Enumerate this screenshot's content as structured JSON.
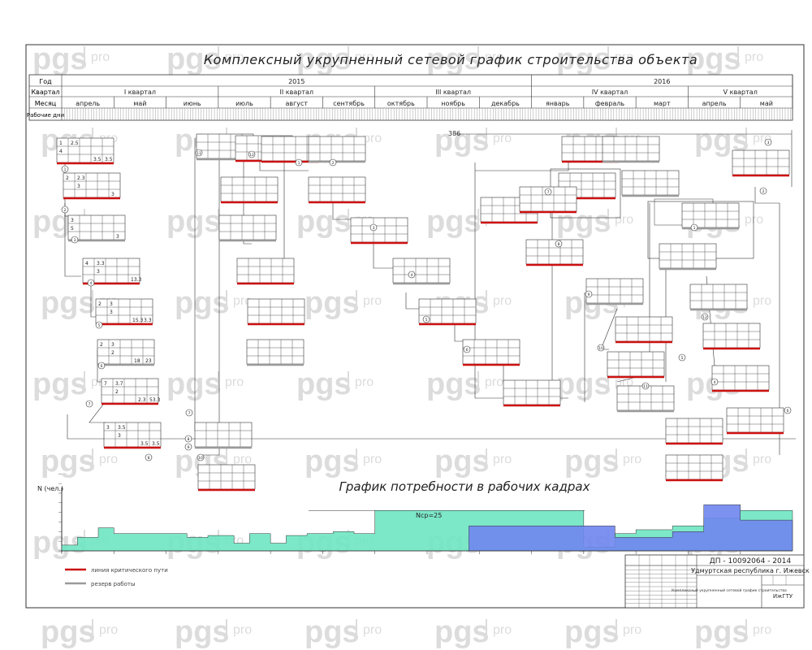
{
  "main_title": "Комплексный укрупненный сетевой график строительства объекта",
  "timeline": {
    "row_labels": [
      "Год",
      "Квартал",
      "Месяц",
      "Рабочие дни"
    ],
    "years": [
      {
        "label": "2015",
        "start": 0,
        "end": 9
      },
      {
        "label": "2016",
        "start": 9,
        "end": 14
      }
    ],
    "quarters": [
      {
        "label": "I квартал",
        "start": 0,
        "end": 3
      },
      {
        "label": "II квартал",
        "start": 3,
        "end": 6
      },
      {
        "label": "III квартал",
        "start": 6,
        "end": 9
      },
      {
        "label": "IV квартал",
        "start": 9,
        "end": 12
      },
      {
        "label": "V квартал",
        "start": 12,
        "end": 14
      }
    ],
    "months": [
      "апрель",
      "май",
      "июнь",
      "июль",
      "август",
      "сентябрь",
      "октябрь",
      "ноябрь",
      "декабрь",
      "январь",
      "февраль",
      "март",
      "апрель",
      "май"
    ]
  },
  "network": {
    "end_event_label": "386",
    "task_cards": [
      {
        "col": 0.0,
        "row": 0,
        "values": [
          "1",
          "2.5",
          "4",
          "",
          "3.5",
          "3.5"
        ],
        "side": "right"
      },
      {
        "col": 0.0,
        "row": 1,
        "values": [
          "2",
          "2.3",
          "",
          "3",
          "",
          "3"
        ],
        "side": "right"
      },
      {
        "col": 0.2,
        "row": 2,
        "values": [
          "3",
          "",
          "5",
          "",
          "",
          "3"
        ],
        "side": "right"
      },
      {
        "col": 0.4,
        "row": 3,
        "values": [
          "4",
          "3.3",
          "",
          "3",
          "",
          "13.3"
        ],
        "side": "right"
      },
      {
        "col": 0.6,
        "row": 4,
        "values": [
          "2",
          "3",
          "",
          "3",
          "15.3",
          "3.3"
        ],
        "side": "right"
      },
      {
        "col": 0.7,
        "row": 5,
        "values": [
          "2",
          "3",
          "",
          "2",
          "18",
          "23"
        ],
        "side": "right"
      },
      {
        "col": 0.8,
        "row": 6,
        "values": [
          "7",
          "3.7",
          "",
          "2",
          "2.3",
          "53.3"
        ],
        "side": "right"
      },
      {
        "col": 0.5,
        "row": 7,
        "values": [
          "3",
          "3.5",
          "",
          "3",
          "3.5",
          "3.5"
        ],
        "side": "right"
      }
    ],
    "event_marks": [
      "1",
      "2",
      "3",
      "4",
      "5",
      "6",
      "7",
      "8",
      "9",
      "10",
      "11",
      "12"
    ]
  },
  "resource_chart": {
    "title": "График потребности в рабочих кадрах",
    "y_axis_label": "N (чел.)",
    "average_label": "Nср=25",
    "average_value": 25,
    "chart_data": {
      "type": "area",
      "title": "График потребности в рабочих кадрах",
      "ylabel": "N (чел.)",
      "x_unit": "months from start (апрель 2015)",
      "ylim": [
        0,
        50
      ],
      "series": [
        {
          "color": "#6fe6c2",
          "segments": [
            [
              0.0,
              3
            ],
            [
              0.3,
              7
            ],
            [
              0.7,
              12
            ],
            [
              1.0,
              9
            ],
            [
              1.5,
              9
            ],
            [
              2.4,
              7
            ],
            [
              2.8,
              8
            ],
            [
              3.0,
              8
            ],
            [
              3.3,
              4
            ],
            [
              3.6,
              9
            ],
            [
              4.0,
              4
            ],
            [
              4.3,
              8
            ],
            [
              4.7,
              9
            ],
            [
              5.2,
              10
            ],
            [
              5.6,
              9
            ],
            [
              6.0,
              21
            ],
            [
              7.3,
              21
            ],
            [
              8.0,
              21
            ],
            [
              9.5,
              21
            ],
            [
              10.0,
              2
            ],
            [
              10.6,
              9
            ],
            [
              11.0,
              11
            ],
            [
              11.7,
              13
            ],
            [
              12.3,
              17
            ],
            [
              13.0,
              21
            ],
            [
              14.0,
              21
            ]
          ]
        },
        {
          "color": "#6f86ee",
          "segments": [
            [
              7.8,
              13
            ],
            [
              9.5,
              13
            ],
            [
              10.6,
              7
            ],
            [
              11.7,
              10
            ],
            [
              12.3,
              24
            ],
            [
              13.0,
              16
            ],
            [
              14.0,
              16
            ]
          ]
        }
      ]
    }
  },
  "legend": {
    "items": [
      {
        "label": "линия критического пути",
        "color": "#cc1111"
      },
      {
        "label": "резерв работы",
        "color": "#9a9a9a"
      }
    ]
  },
  "stamp": {
    "doc_code": "ДП - 10092064 - 2014",
    "place": "Удмуртская республика г. Ижевск",
    "org": "ИжГТУ",
    "sheet_note": "Комплексный укрупненный сетевой график строительства"
  },
  "watermark": {
    "text_main": "pgs",
    "text_sub": "pro"
  }
}
